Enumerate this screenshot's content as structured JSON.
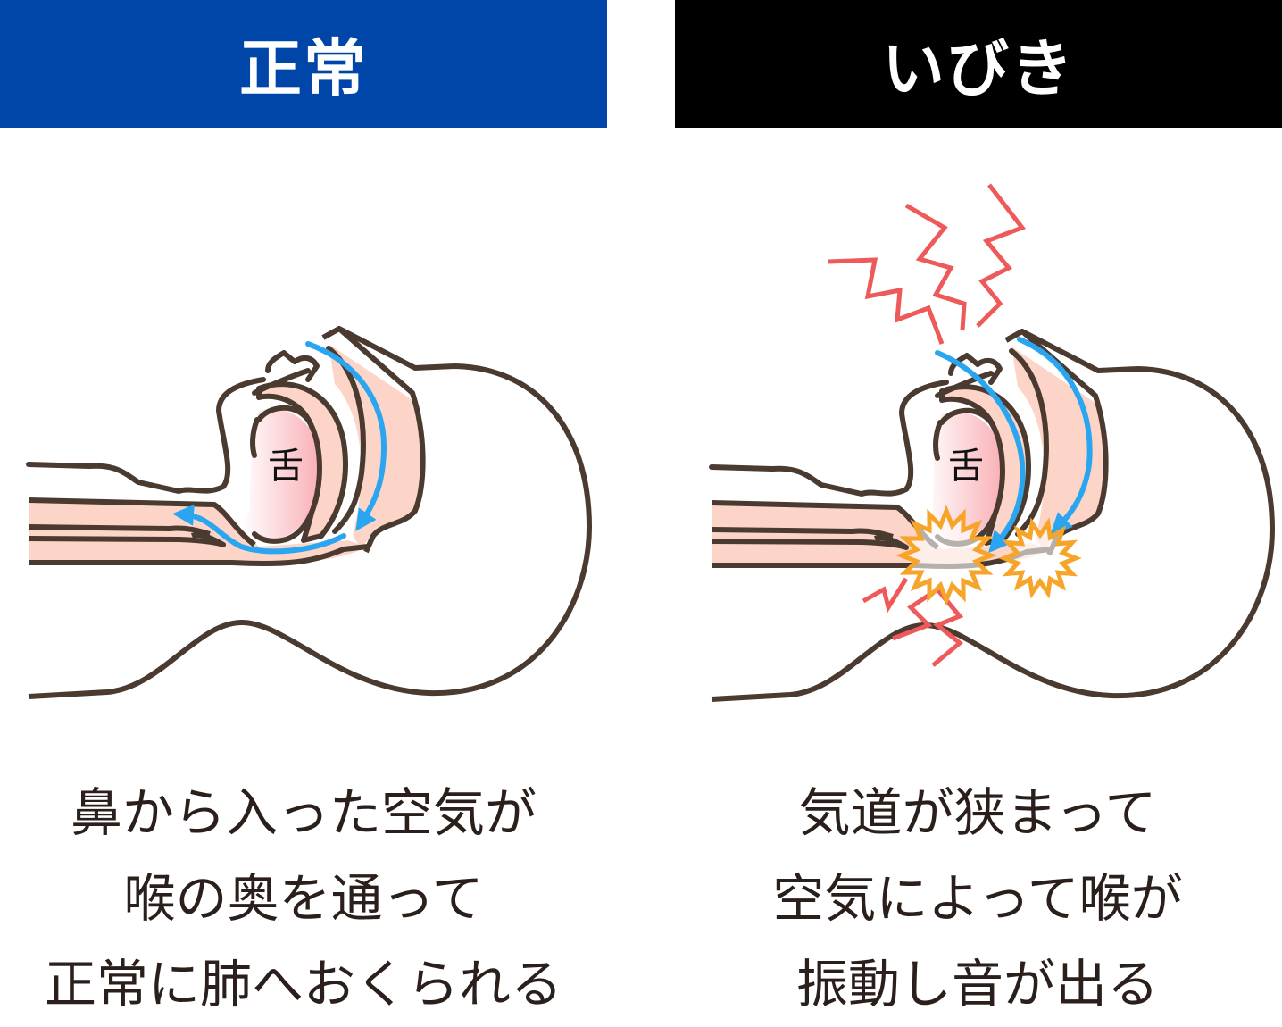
{
  "panels": [
    {
      "title": "正常",
      "header_color": "#0046a8",
      "tongue_label": "舌",
      "caption": [
        "鼻から入った空気が",
        "喉の奥を通って",
        "正常に肺へおくられる"
      ]
    },
    {
      "title": "いびき",
      "header_color": "#000000",
      "tongue_label": "舌",
      "caption": [
        "気道が狭まって",
        "空気によって喉が",
        "振動し音が出る"
      ]
    }
  ],
  "colors": {
    "outline": "#4a3a30",
    "tissue": "#fcd5c8",
    "airflow": "#2aa6f0",
    "vibration": "#ee5a5a",
    "burst": "#f7a52a"
  }
}
